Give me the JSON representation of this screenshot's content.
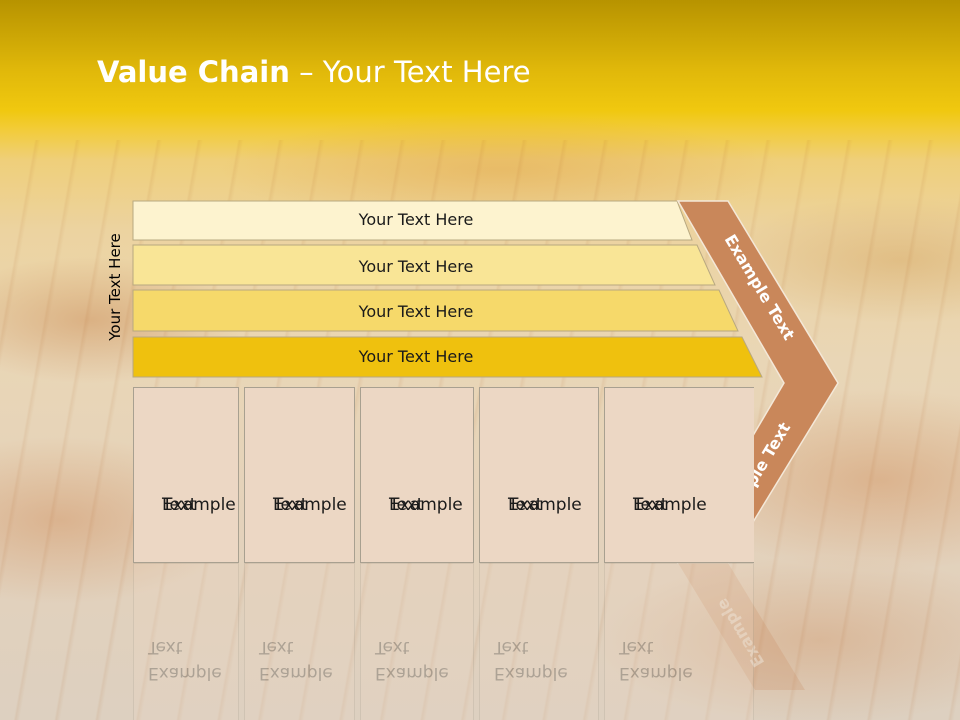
{
  "title": {
    "bold": "Value Chain",
    "rest": " – Your Text Here"
  },
  "side_label": "Your Text Here",
  "bands": [
    {
      "label": "Your Text Here",
      "color": "#fdf3cf"
    },
    {
      "label": "Your Text Here",
      "color": "#f9e596"
    },
    {
      "label": "Your Text Here",
      "color": "#f6d96a"
    },
    {
      "label": "Your Text Here",
      "color": "#efc10e"
    }
  ],
  "arrow": {
    "top_text": "Example Text",
    "bottom_text": "Example Text",
    "color": "#c9875a"
  },
  "boxes": [
    {
      "line1": "Example",
      "line2": "Text"
    },
    {
      "line1": "Example",
      "line2": "Text"
    },
    {
      "line1": "Example",
      "line2": "Text"
    },
    {
      "line1": "Example",
      "line2": "Text"
    },
    {
      "line1": "Example",
      "line2": "Text"
    }
  ]
}
